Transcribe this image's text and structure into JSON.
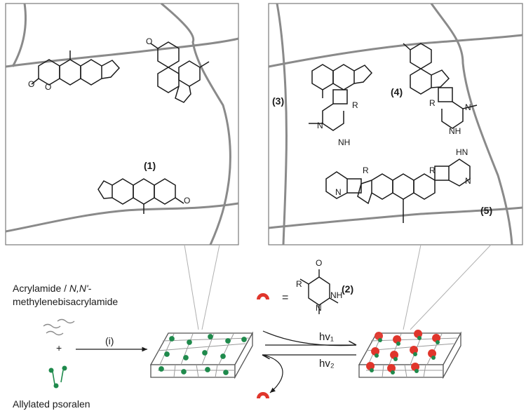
{
  "compound_labels": {
    "c1": "(1)",
    "c2": "(2)",
    "c3": "(3)",
    "c4": "(4)",
    "c5": "(5)"
  },
  "reagents": {
    "acrylamide_line1": "Acrylamide / ",
    "acrylamide_line1_italic": "N,N'",
    "acrylamide_line1_tail": "-",
    "acrylamide_line2": "methylenebisacrylamide",
    "allylated": "Allylated psoralen",
    "plus": "+"
  },
  "steps": {
    "i": "(i)",
    "hv1": "hv₁",
    "hv2": "hv₂"
  },
  "legend": {
    "equals": "=",
    "atom_R": "R",
    "atom_NH": "NH",
    "atom_N": "N",
    "atom_O": "O"
  },
  "atoms": {
    "O": "O",
    "R": "R",
    "N": "N",
    "NH": "NH",
    "HN": "HN"
  },
  "colors": {
    "polymer": "#8a8a8a",
    "psoralen": "#1f8a4c",
    "thymine": "#e0352b",
    "ink": "#1a1a1a"
  }
}
